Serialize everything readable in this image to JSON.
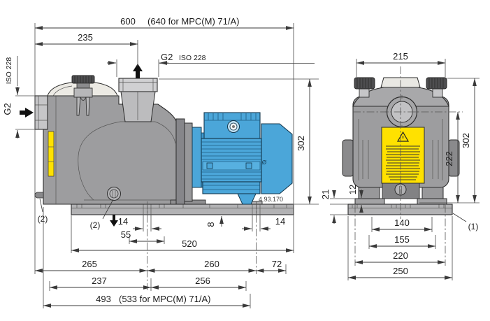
{
  "drawing": {
    "type": "pump-dimensional-drawing",
    "code": "4.93.170",
    "colors": {
      "motor_blue": "#4BA6D9",
      "label_yellow": "#FFE100",
      "body_gray": "#9D9D9F",
      "line_dark": "#2D2D2D"
    },
    "side_view": {
      "dim_overall_length": "600",
      "dim_overall_length_note": "(640 for MPC(M) 71/A)",
      "dim_inlet_to_outlet": "235",
      "outlet_thread": "G2",
      "outlet_standard": "ISO 228",
      "inlet_thread": "G2",
      "inlet_standard": "ISO 228",
      "dim_height": "302",
      "callout_inlet_screws": "(2)",
      "callout_drain_plug": "(2)",
      "dim_slot_width_left": "14",
      "dim_slot_width_right": "14",
      "dim_base_thickness": "8",
      "dim_slot_offset": "55",
      "dim_slot_span": "520",
      "dim_front_to_slot": "265",
      "dim_slot_to_slot": "260",
      "dim_slot_to_rear": "72",
      "dim_front_to_center": "237",
      "dim_center_to_rear": "256",
      "dim_base_length": "493",
      "dim_base_length_note": "(533 for MPC(M) 71/A)"
    },
    "front_view": {
      "dim_knob_width": "215",
      "dim_height": "302",
      "dim_port_center_height": "222",
      "dim_base_total_height": "21",
      "dim_foot_pad_height": "12",
      "dim_pad_spacing": "140",
      "dim_foot_spacing": "155",
      "dim_hole_spacing": "220",
      "dim_base_width": "250",
      "callout_base": "(1)"
    }
  }
}
